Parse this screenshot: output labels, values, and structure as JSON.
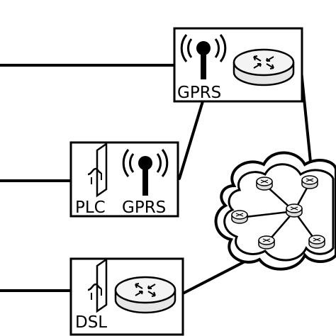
{
  "diagram": {
    "nodes": {
      "top_box": {
        "label": "GPRS"
      },
      "middle_box": {
        "label_left": "PLC",
        "label_right": "GPRS"
      },
      "bottom_box": {
        "label": "DSL"
      }
    },
    "cloud": {
      "router_count": 6
    },
    "icons": [
      "antenna-icon",
      "router-icon",
      "plc-coupler-icon",
      "cloud-network-icon"
    ],
    "colors": {
      "line": "#000000",
      "background": "#ffffff",
      "router_fill": "#e6e6e6"
    }
  }
}
